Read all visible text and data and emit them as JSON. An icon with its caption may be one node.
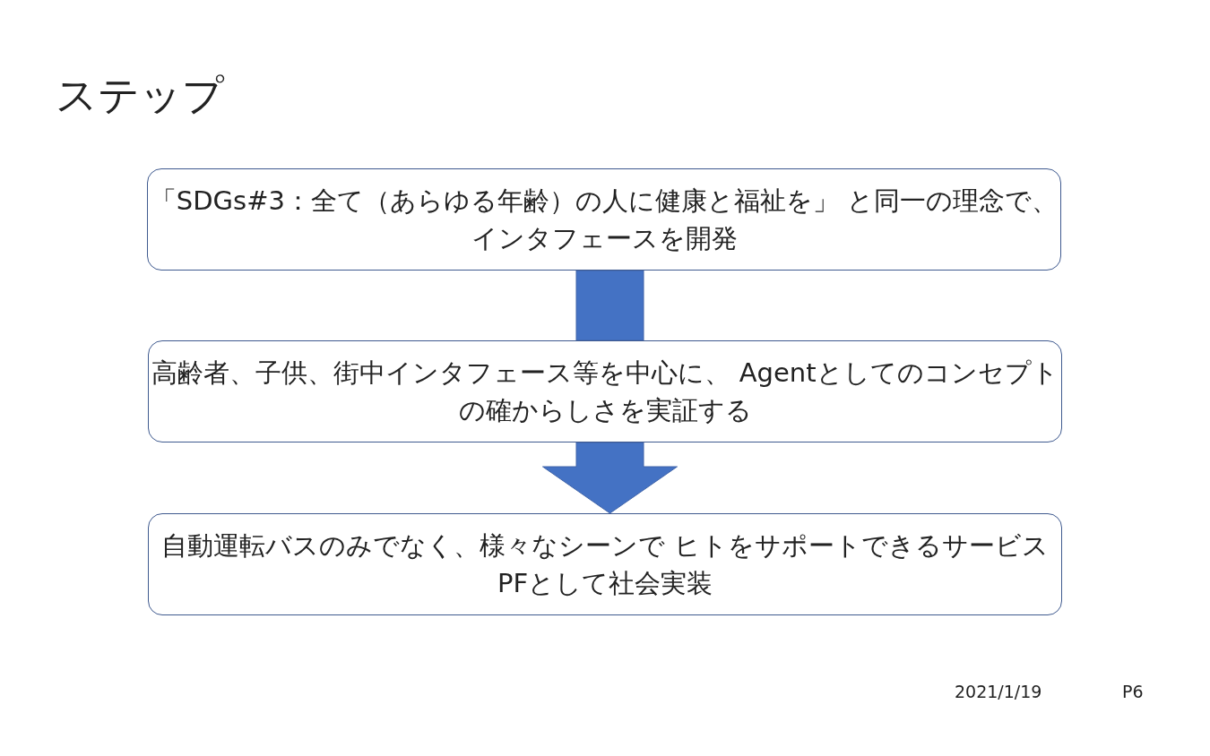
{
  "diagram": {
    "title": "ステップ",
    "nodes": [
      {
        "text": [
          "「SDGs#3：全て（あらゆる年齢）の人に健康と福祉を」 と同一の理念で、インタフェースを開発"
        ]
      },
      {
        "text": [
          "高齢者、子供、街中インタフェース等を中心に、 Agentとしてのコンセプトの確からしさを実証する"
        ]
      },
      {
        "text": [
          "自動運転バスのみでなく、様々なシーンで ヒトをサポートできるサービスPFとして社会実装"
        ]
      }
    ],
    "edges": [
      {
        "from": 0,
        "to": 1,
        "arrow": "none"
      },
      {
        "from": 1,
        "to": 2,
        "arrow": "to"
      }
    ],
    "labels": [
      "2021/1/19",
      "P6"
    ]
  }
}
